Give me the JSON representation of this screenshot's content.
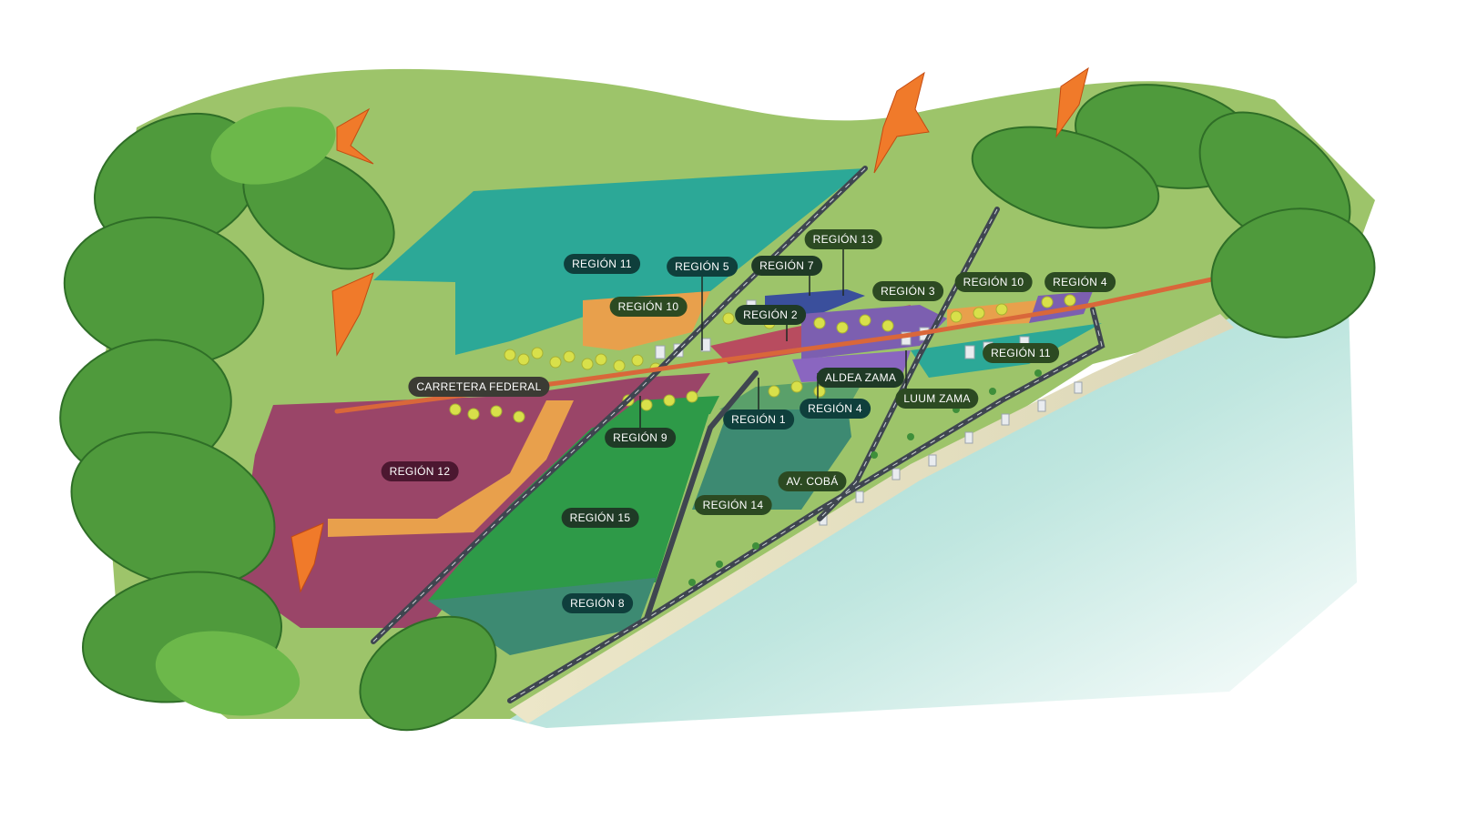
{
  "map": {
    "type": "illustrated-zoning-map",
    "colors": {
      "background_green": "#9dc46a",
      "teal_zone": "#2ca897",
      "maroon_zone": "#9a4568",
      "orange_zone": "#e8a04c",
      "dark_green_zone": "#2e9a48",
      "sea_green_zone": "#3d8a72",
      "purple_zone": "#7c5fb0",
      "blue_zone": "#3a4f9c",
      "road": "#3f4650",
      "federal_highway": "#d9673a",
      "sea": "#a8dbd6",
      "beach": "#e6e2c6"
    },
    "icons": [
      "monstera-leaf-icon",
      "bird-of-paradise-flower-icon",
      "tree-icon",
      "building-icon",
      "palm-tree-icon"
    ],
    "labels": {
      "region_13": "REGIÓN 13",
      "region_11_left": "REGIÓN 11",
      "region_5": "REGIÓN 5",
      "region_7": "REGIÓN 7",
      "region_3": "REGIÓN 3",
      "region_10_right": "REGIÓN 10",
      "region_4_right": "REGIÓN 4",
      "region_10_left": "REGIÓN 10",
      "region_2": "REGIÓN 2",
      "region_11_right": "REGIÓN 11",
      "aldea_zama": "ALDEA ZAMA",
      "carretera_federal": "CARRETERA FEDERAL",
      "luum_zama": "LUUM ZAMA",
      "region_4_center": "REGIÓN 4",
      "region_1": "REGIÓN 1",
      "region_9": "REGIÓN 9",
      "region_12": "REGIÓN 12",
      "av_coba": "AV. COBÁ",
      "region_14": "REGIÓN 14",
      "region_15": "REGIÓN 15",
      "region_8": "REGIÓN 8"
    }
  }
}
